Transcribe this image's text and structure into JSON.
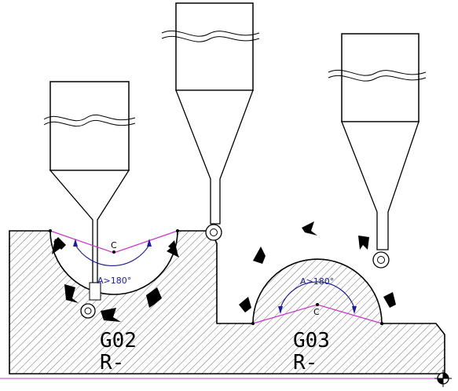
{
  "diagram": {
    "left_case": {
      "code": "G02",
      "radius_label": "R-",
      "angle_label": "A>180°",
      "center_label": "C"
    },
    "right_case": {
      "code": "G03",
      "radius_label": "R-",
      "angle_label": "A>180°",
      "center_label": "C"
    },
    "colors": {
      "outline": "#000000",
      "hatch": "#6a6a6a",
      "chord": "#cc33cc",
      "arc_annotation": "#1a1aa6",
      "baseline": "#cc33cc"
    },
    "icons": [
      "cutting-tool-icon",
      "ball-tip-icon",
      "direction-arrow-icon",
      "origin-symbol-icon"
    ]
  }
}
